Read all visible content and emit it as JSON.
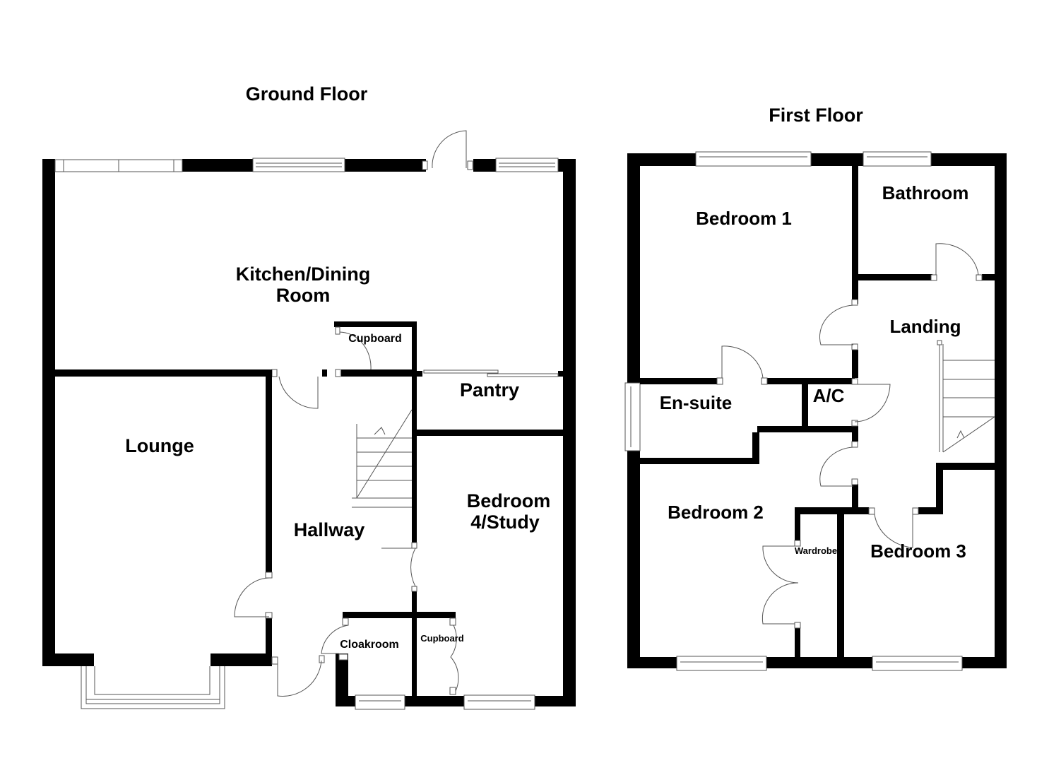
{
  "ground_floor": {
    "title": "Ground Floor",
    "rooms": {
      "kitchen_line1": "Kitchen/Dining",
      "kitchen_line2": "Room",
      "cupboard_upper": "Cupboard",
      "pantry": "Pantry",
      "lounge": "Lounge",
      "hallway": "Hallway",
      "bedroom4_line1": "Bedroom",
      "bedroom4_line2": "4/Study",
      "cloakroom": "Cloakroom",
      "cupboard_lower": "Cupboard"
    }
  },
  "first_floor": {
    "title": "First Floor",
    "rooms": {
      "bedroom1": "Bedroom 1",
      "bathroom": "Bathroom",
      "landing": "Landing",
      "ensuite": "En-suite",
      "ac": "A/C",
      "bedroom2": "Bedroom 2",
      "wardrobe": "Wardrobe",
      "bedroom3": "Bedroom 3"
    }
  },
  "colors": {
    "wall": "#000000",
    "background": "#ffffff",
    "fixture_line": "#555555"
  }
}
